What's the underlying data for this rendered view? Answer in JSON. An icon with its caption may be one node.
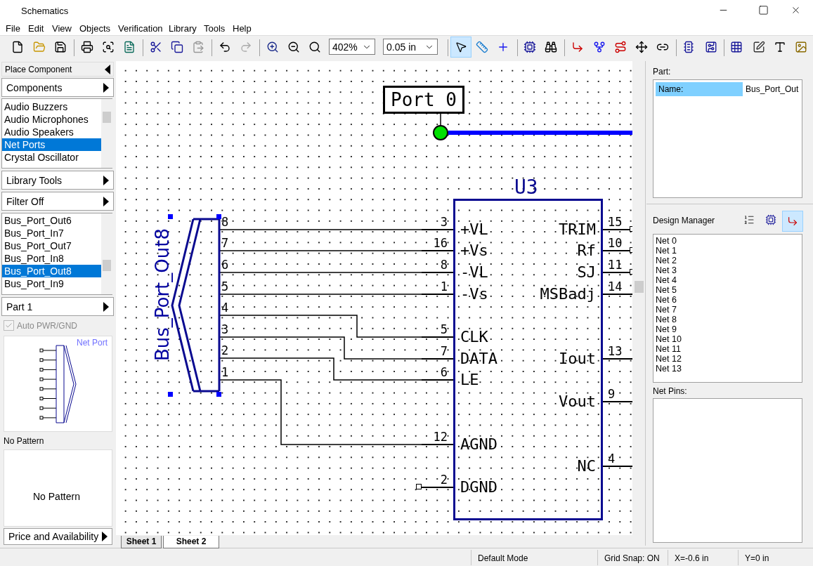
{
  "diagram": {
    "nodes": [
      {
        "text": [
          "Port 0"
        ]
      },
      {
        "text": [],
        "shape": "circle"
      },
      {
        "text": [
          "Bus_Port_Out8"
        ]
      },
      {
        "text": [
          "8"
        ]
      },
      {
        "text": [
          "7"
        ]
      },
      {
        "text": [
          "6"
        ]
      },
      {
        "text": [
          "5"
        ]
      },
      {
        "text": [
          "4"
        ]
      },
      {
        "text": [
          "3"
        ]
      },
      {
        "text": [
          "2"
        ]
      },
      {
        "text": [
          "1"
        ]
      },
      {
        "text": [
          "U3"
        ]
      },
      {
        "text": [
          "+VL"
        ],
        "beside": [
          "3"
        ]
      },
      {
        "text": [
          "+Vs"
        ],
        "beside": [
          "16"
        ]
      },
      {
        "text": [
          "-VL"
        ],
        "beside": [
          "8"
        ]
      },
      {
        "text": [
          "-Vs"
        ],
        "beside": [
          "1"
        ]
      },
      {
        "text": [
          "CLK"
        ],
        "beside": [
          "5"
        ]
      },
      {
        "text": [
          "DATA"
        ],
        "beside": [
          "7"
        ]
      },
      {
        "text": [
          "LE"
        ],
        "beside": [
          "6"
        ]
      },
      {
        "text": [
          "AGND"
        ],
        "beside": [
          "12"
        ]
      },
      {
        "text": [
          "DGND"
        ],
        "beside": [
          "2"
        ]
      },
      {
        "text": [
          "TRIM"
        ],
        "beside": [
          "15"
        ]
      },
      {
        "text": [
          "Rf"
        ],
        "beside": [
          "10"
        ]
      },
      {
        "text": [
          "SJ"
        ],
        "beside": [
          "11"
        ]
      },
      {
        "text": [
          "MSBadj"
        ],
        "beside": [
          "14"
        ]
      },
      {
        "text": [
          "Iout"
        ],
        "beside": [
          "13"
        ]
      },
      {
        "text": [
          "Vout"
        ],
        "beside": [
          "9"
        ]
      },
      {
        "text": [
          "NC"
        ],
        "beside": [
          "4"
        ]
      },
      {
        "text": [
          "Net 0",
          "Net 1",
          "Net 2",
          "Net 3",
          "Net 4",
          "Net 5",
          "Net 6",
          "Net 7",
          "Net 8",
          "Net 9",
          "Net 10",
          "Net 11",
          "Net 12",
          "Net 13"
        ]
      },
      {
        "text": [
          "Net Pins:"
        ]
      }
    ],
    "edges": [
      {
        "from": 0,
        "to": 1,
        "arrow": "none"
      },
      {
        "from": 1,
        "to": null,
        "arrow": "none",
        "style": "thick",
        "color": "#0000ff"
      },
      {
        "from": 3,
        "to": 12,
        "arrow": "none"
      },
      {
        "from": 4,
        "to": 13,
        "arrow": "none"
      },
      {
        "from": 5,
        "to": 14,
        "arrow": "none"
      },
      {
        "from": 6,
        "to": 15,
        "arrow": "none"
      },
      {
        "from": 7,
        "to": 16,
        "arrow": "none"
      },
      {
        "from": 8,
        "to": 17,
        "arrow": "none"
      },
      {
        "from": 9,
        "to": 18,
        "arrow": "none"
      },
      {
        "from": 10,
        "to": 19,
        "arrow": "none"
      }
    ],
    "labels": [
      "Schematics",
      "File",
      "Edit",
      "View",
      "Objects",
      "Verification",
      "Library",
      "Tools",
      "Help",
      "402%",
      "0.05 in",
      "Place Component",
      "Components",
      "Audio Buzzers",
      "Audio Microphones",
      "Audio Speakers",
      "Net Ports",
      "Crystal Oscillator",
      "Library Tools",
      "Filter Off",
      "Bus_Port_Out6",
      "Bus_Port_In7",
      "Bus_Port_Out7",
      "Bus_Port_In8",
      "Bus_Port_Out8",
      "Bus_Port_In9",
      "Part 1",
      "Auto PWR/GND",
      "Net Port",
      "No Pattern",
      "No Pattern",
      "Price and Availability",
      "Sheet 1",
      "Sheet 2",
      "Part:",
      "Name:",
      "Bus_Port_Out",
      "Design Manager",
      "Default Mode",
      "Grid Snap: ON",
      "X=-0.6 in",
      "Y=0 in"
    ]
  }
}
